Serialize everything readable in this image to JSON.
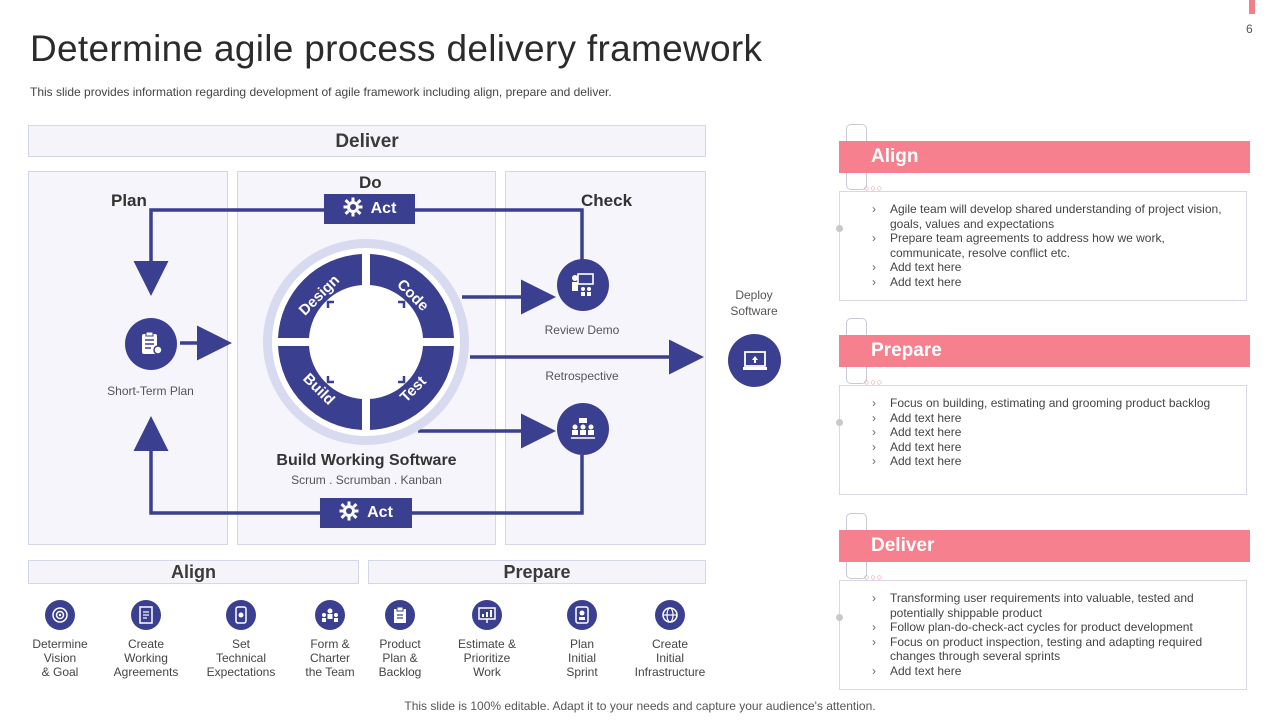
{
  "slide": {
    "title": "Determine agile process delivery framework",
    "subtitle": "This slide provides information regarding development of agile framework including align, prepare and deliver.",
    "page_number": "6",
    "footer": "This slide is 100% editable. Adapt it to your needs and capture your audience's attention."
  },
  "diagram": {
    "deliver_band": "Deliver",
    "plan_label": "Plan",
    "do_label": "Do",
    "check_label": "Check",
    "act_top": "Act",
    "act_bottom": "Act",
    "short_term_plan": "Short-Term  Plan",
    "review_demo": "Review  Demo",
    "retrospective": "Retrospective",
    "deploy_software_line1": "Deploy",
    "deploy_software_line2": "Software",
    "build_title": "Build Working Software",
    "build_methods": "Scrum . Scrumban  . Kanban",
    "ring_segments": [
      "Design",
      "Code",
      "Build",
      "Test"
    ],
    "align_band": "Align",
    "prepare_band": "Prepare"
  },
  "bottom_items": [
    {
      "lines": [
        "Determine",
        "Vision",
        "& Goal"
      ],
      "icon": "target-icon"
    },
    {
      "lines": [
        "Create",
        "Working",
        "Agreements"
      ],
      "icon": "document-icon"
    },
    {
      "lines": [
        "Set",
        "Technical",
        "Expectations"
      ],
      "icon": "mobile-icon"
    },
    {
      "lines": [
        "Form &",
        "Charter",
        "the Team"
      ],
      "icon": "team-icon"
    },
    {
      "lines": [
        "Product",
        "Plan &",
        "Backlog"
      ],
      "icon": "clipboard-icon"
    },
    {
      "lines": [
        "Estimate &",
        "Prioritize",
        "Work"
      ],
      "icon": "chart-board-icon"
    },
    {
      "lines": [
        "Plan",
        "Initial",
        "Sprint"
      ],
      "icon": "sprint-icon"
    },
    {
      "lines": [
        "Create",
        "Initial",
        "Infrastructure"
      ],
      "icon": "globe-icon"
    }
  ],
  "cards": [
    {
      "title": "Align",
      "items": [
        "Agile team will develop shared understanding of project vision, goals, values and expectations",
        "Prepare team agreements to address how we work, communicate, resolve conflict etc.",
        "Add text here",
        "Add text here"
      ]
    },
    {
      "title": "Prepare",
      "items": [
        "Focus on building, estimating and grooming product backlog",
        "Add text here",
        "Add text here",
        "Add text here",
        "Add text here"
      ]
    },
    {
      "title": "Deliver",
      "items": [
        "Transforming user requirements into valuable, tested and potentially shippable product",
        "Follow plan-do-check-act cycles for product development",
        "Focus on product inspection, testing and adapting required changes through several sprints",
        "Add text here"
      ]
    }
  ],
  "colors": {
    "primary": "#3b3f8f",
    "accent": "#f6808d",
    "panel": "#f5f5fb"
  }
}
